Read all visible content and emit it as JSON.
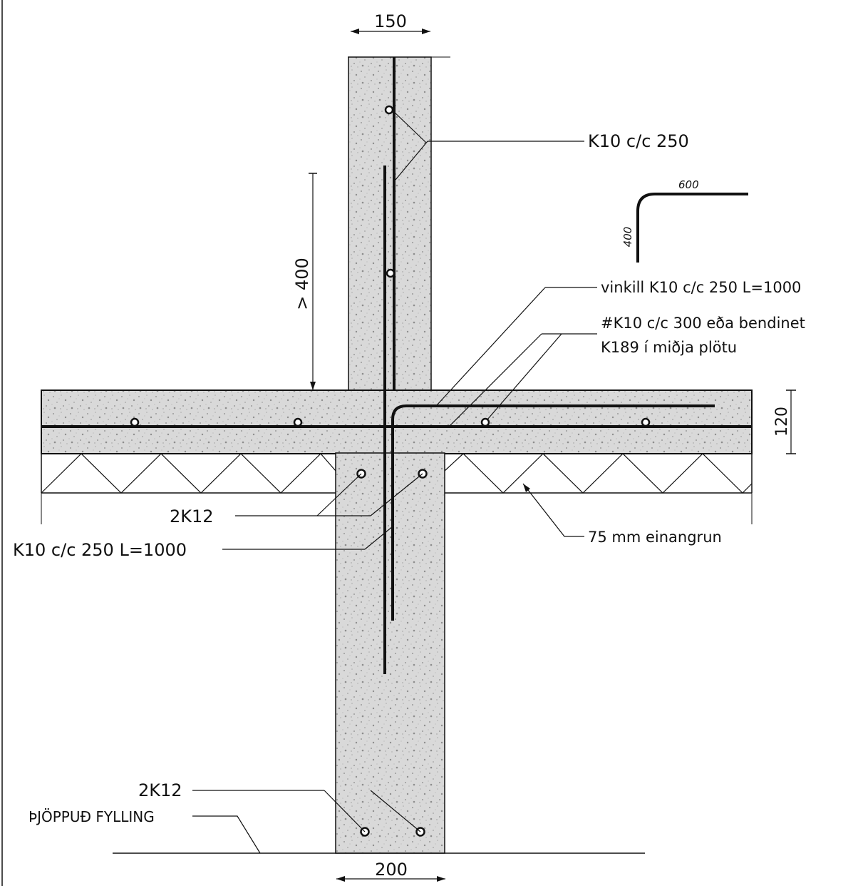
{
  "labels": {
    "top_wall_width": "150",
    "bottom_wall_width": "200",
    "slab_thickness": "120",
    "anchorage": "> 400",
    "bar_wall_top": "K10 c/c 250",
    "bend_horizontal": "600",
    "bend_vertical": "400",
    "angle_bar": "vinkill K10 c/c 250 L=1000",
    "mesh_line1": "#K10 c/c 300 eða bendinet",
    "mesh_line2": "K189 í miðja plötu",
    "insulation": "75 mm einangrun",
    "bars_2k12_upper": "2K12",
    "bar_lower_wall": "K10 c/c 250 L=1000",
    "bars_2k12_lower": "2K12",
    "fill": "ÞJÖPPUÐ FYLLING"
  },
  "colors": {
    "line": "#111111",
    "concrete": "#d6d6d6",
    "background": "#ffffff"
  }
}
